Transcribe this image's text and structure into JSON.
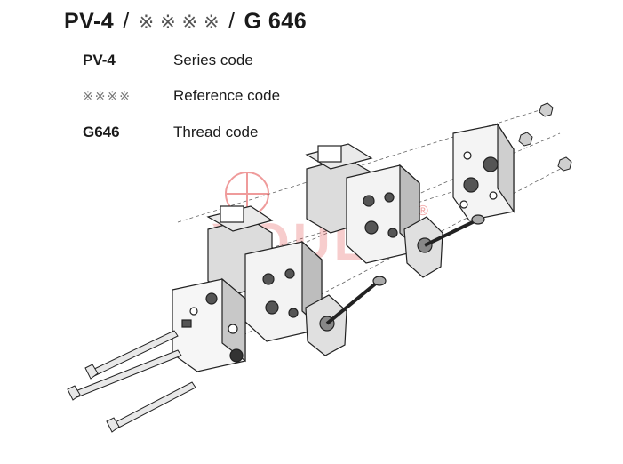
{
  "title": {
    "series": "PV-4",
    "separator": "/",
    "reference": "※ ※ ※ ※",
    "thread": "G 646"
  },
  "legend": [
    {
      "code": "PV-4",
      "description": "Series code"
    },
    {
      "code": "※※※※",
      "description": "Reference code"
    },
    {
      "code": "G646",
      "description": "Thread code"
    }
  ],
  "watermark": {
    "text": "YOULI",
    "mark": "®",
    "color": "#e24a4a"
  },
  "colors": {
    "line": "#222222",
    "grey": "#888888",
    "watermark": "#e24a4a"
  }
}
